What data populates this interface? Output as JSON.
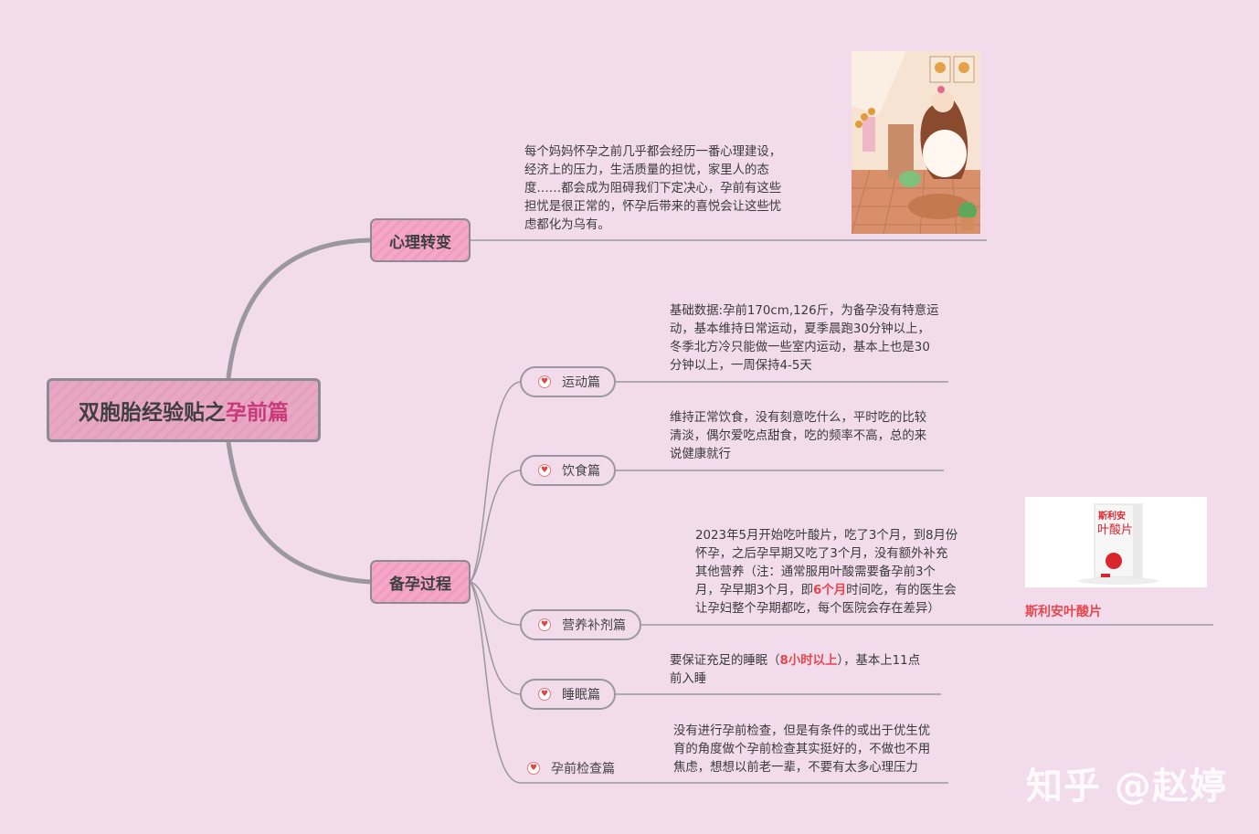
{
  "root": {
    "title_part1": "双胞胎经验贴之",
    "title_part2": "孕前篇"
  },
  "branch_psych": {
    "label": "心理转变",
    "note": "每个妈妈怀孕之前几乎都会经历一番心理建设，经济上的压力，生活质量的担忧，家里人的态度……都会成为阻碍我们下定决心，孕前有这些担忧是很正常的，怀孕后带来的喜悦会让这些忧虑都化为乌有。",
    "note_lines": [
      "每个妈妈怀孕之前几乎都会经历一番心理建设，",
      "经济上的压力，生活质量的担忧，家里人的态",
      "度……都会成为阻碍我们下定决心，孕前有这些",
      "担忧是很正常的，怀孕后带来的喜悦会让这些忧",
      "虑都化为乌有。"
    ]
  },
  "branch_prep": {
    "label": "备孕过程",
    "items": [
      {
        "label": "运动篇",
        "note_lines": [
          "基础数据:孕前170cm,126斤，为备孕没有特意运",
          "动，基本维持日常运动，夏季晨跑30分钟以上，",
          "冬季北方冷只能做一些室内运动，基本上也是30",
          "分钟以上，一周保持4-5天"
        ]
      },
      {
        "label": "饮食篇",
        "note_lines": [
          "维持正常饮食，没有刻意吃什么，平时吃的比较",
          "清淡，偶尔爱吃点甜食，吃的频率不高，总的来",
          "说健康就行"
        ]
      },
      {
        "label": "营养补剂篇",
        "note_lines": [
          "2023年5月开始吃叶酸片，吃了3个月，到8月份",
          "怀孕，之后孕早期又吃了3个月，没有额外补充",
          "其他营养（注：通常服用叶酸需要备孕前3个"
        ],
        "note_line4_a": "月，孕早期3个月，即",
        "note_line4_red": "6个月",
        "note_line4_b": "时间吃，有的医生会",
        "note_line5": "让孕妇整个孕期都吃，每个医院会存在差异）",
        "caption": "斯利安叶酸片",
        "product_brand": "斯利安",
        "product_name": "叶酸片"
      },
      {
        "label": "睡眠篇",
        "note_a": "要保证充足的睡眠（",
        "note_red": "8小时以上",
        "note_b": "），基本上11点",
        "note_line2": "前入睡"
      },
      {
        "label": "孕前检查篇",
        "note_lines": [
          "没有进行孕前检查，但是有条件的或出于优生优",
          "育的角度做个孕前检查其实挺好的，不做也不用",
          "焦虑，想想以前老一辈，不要有太多心理压力"
        ]
      }
    ]
  },
  "watermark": "知乎 @赵婷",
  "colors": {
    "background": "#f2dcec",
    "root_fill": "#e8a8c4",
    "branch_fill": "#f4a7c8",
    "accent_red": "#e5474f",
    "title_highlight": "#c83a79",
    "line": "#9a97a3"
  }
}
